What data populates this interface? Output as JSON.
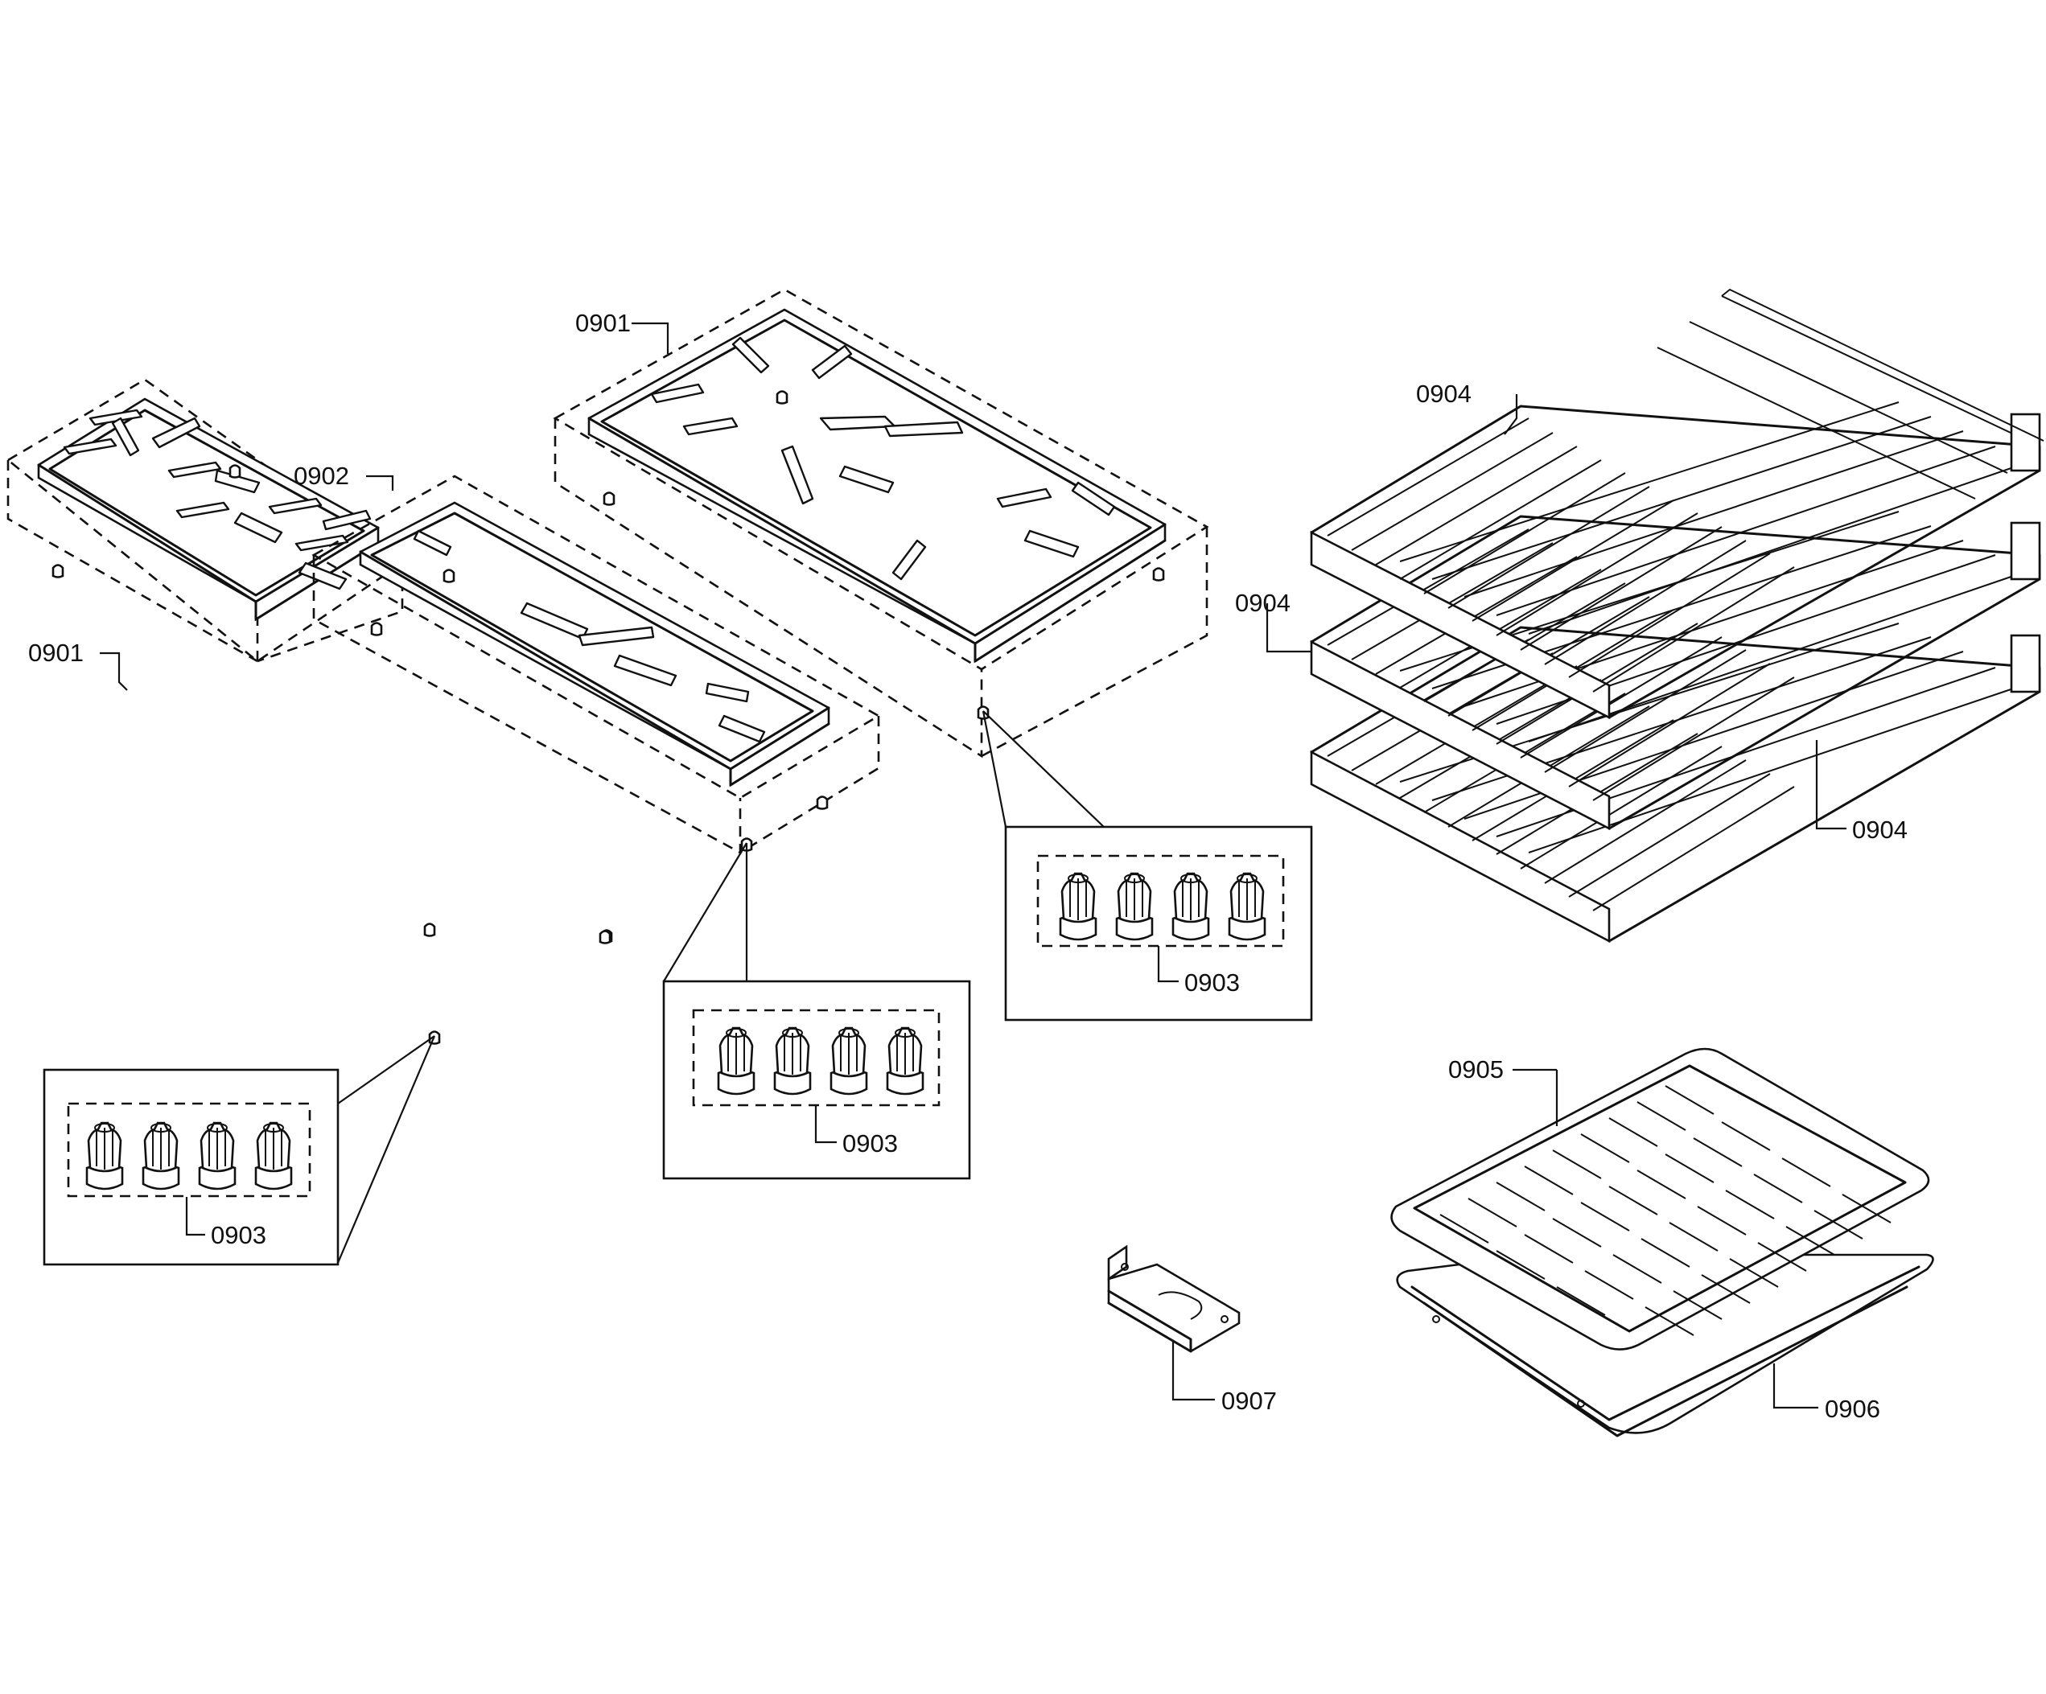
{
  "callouts": {
    "grate_left": "0901",
    "grate_top": "0901",
    "grate_middle": "0902",
    "feet_left": "0903",
    "feet_middle": "0903",
    "feet_right": "0903",
    "rack_top": "0904",
    "rack_middle": "0904",
    "rack_bottom": "0904",
    "broil_grid": "0905",
    "broil_pan": "0906",
    "bracket": "0907"
  },
  "icons": {
    "rubber_foot": "rubber-foot-icon"
  }
}
